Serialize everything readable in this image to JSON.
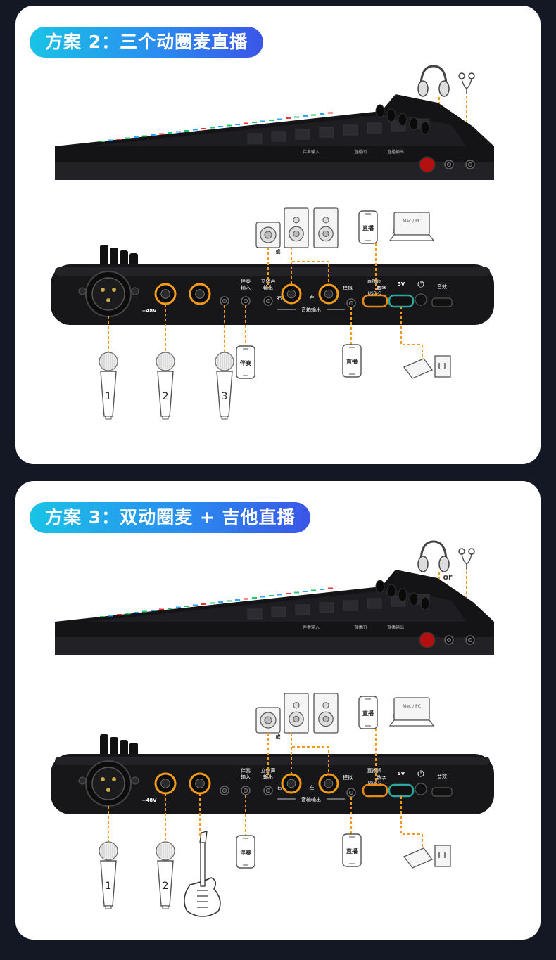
{
  "scenes": [
    {
      "title": "方案 2：三个动圈麦直播",
      "hp_or": "",
      "top_labels": [
        "伴奏输入",
        "直播间",
        "直播输出"
      ],
      "port_labels": {
        "accomp_in": [
          "伴奏",
          "输入"
        ],
        "stereo_out": [
          "立体声",
          "输出"
        ],
        "right": "右",
        "left": "左",
        "speaker_out": "音箱输出",
        "analog": "模拟",
        "livestream": "直播间",
        "digital": "数字",
        "usb_c": "USB-C",
        "v5": "5V",
        "effects": "音效",
        "phantom": "+48V"
      },
      "or_label": "或",
      "laptop_label": "Mac / PC",
      "phone_live": "直播",
      "phone_accomp": "伴奏",
      "mic_numbers": [
        "1",
        "2",
        "3"
      ]
    },
    {
      "title": "方案 3：双动圈麦 + 吉他直播",
      "hp_or": "or",
      "top_labels": [
        "伴奏输入",
        "直播间",
        "直播输出"
      ],
      "port_labels": {
        "accomp_in": [
          "伴奏",
          "输入"
        ],
        "stereo_out": [
          "立体声",
          "输出"
        ],
        "right": "右",
        "left": "左",
        "speaker_out": "音箱输出",
        "analog": "模拟",
        "livestream": "直播间",
        "digital": "数字",
        "usb_c": "USB-C",
        "v5": "5V",
        "effects": "音效",
        "phantom": "+48V"
      },
      "or_label": "或",
      "laptop_label": "Mac / PC",
      "phone_live": "直播",
      "phone_accomp": "伴奏",
      "mic_numbers": [
        "1",
        "2"
      ]
    }
  ],
  "colors": {
    "page_bg": "#141724",
    "card_bg": "#ffffff",
    "pill_start": "#19c3e6",
    "pill_end": "#3b55e8",
    "connector": "#f29a1a",
    "device": "#1c1c1f",
    "usb_highlight": "#e88a1a",
    "power_highlight": "#2fa6a0"
  }
}
